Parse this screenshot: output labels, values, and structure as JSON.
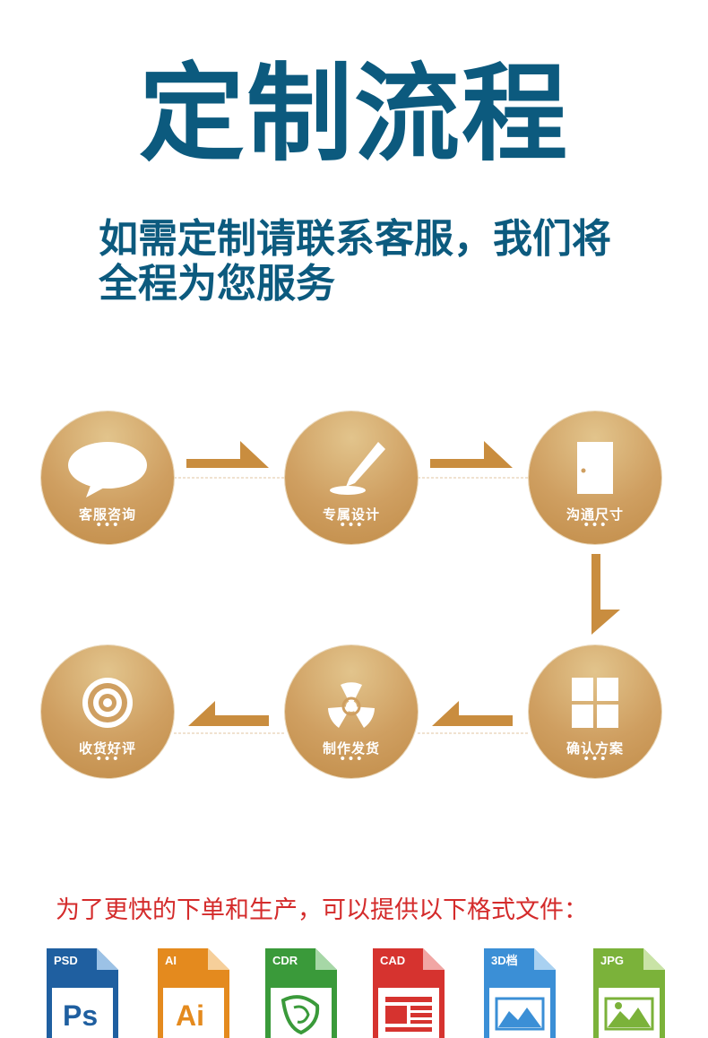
{
  "title": "定制流程",
  "subtitle": "如需定制请联系客服，我们将全程为您服务",
  "steps": [
    {
      "label": "客服咨询",
      "icon": "speech-bubble-icon",
      "dots": "•••"
    },
    {
      "label": "专属设计",
      "icon": "pen-icon",
      "dots": "•••"
    },
    {
      "label": "沟通尺寸",
      "icon": "door-icon",
      "dots": "•••"
    },
    {
      "label": "确认方案",
      "icon": "window-grid-icon",
      "dots": "•••"
    },
    {
      "label": "制作发货",
      "icon": "radiation-icon",
      "dots": "•••"
    },
    {
      "label": "收货好评",
      "icon": "target-icon",
      "dots": "•••"
    }
  ],
  "notice": "为了更快的下单和生产，可以提供以下格式文件：",
  "files": [
    {
      "tag": "PSD",
      "mark": "Ps",
      "color": "#1f5fa0"
    },
    {
      "tag": "AI",
      "mark": "Ai",
      "color": "#e48a1e"
    },
    {
      "tag": "CDR",
      "mark": "",
      "color": "#3a9a3a"
    },
    {
      "tag": "CAD",
      "mark": "",
      "color": "#d6332f"
    },
    {
      "tag": "3D档",
      "mark": "",
      "color": "#3b8fd6"
    },
    {
      "tag": "JPG",
      "mark": "",
      "color": "#7bb23a"
    }
  ],
  "colors": {
    "title": "#0c5a7e",
    "circle": "#cf9f61",
    "arrow": "#c98d3f",
    "notice": "#d42b2b"
  }
}
